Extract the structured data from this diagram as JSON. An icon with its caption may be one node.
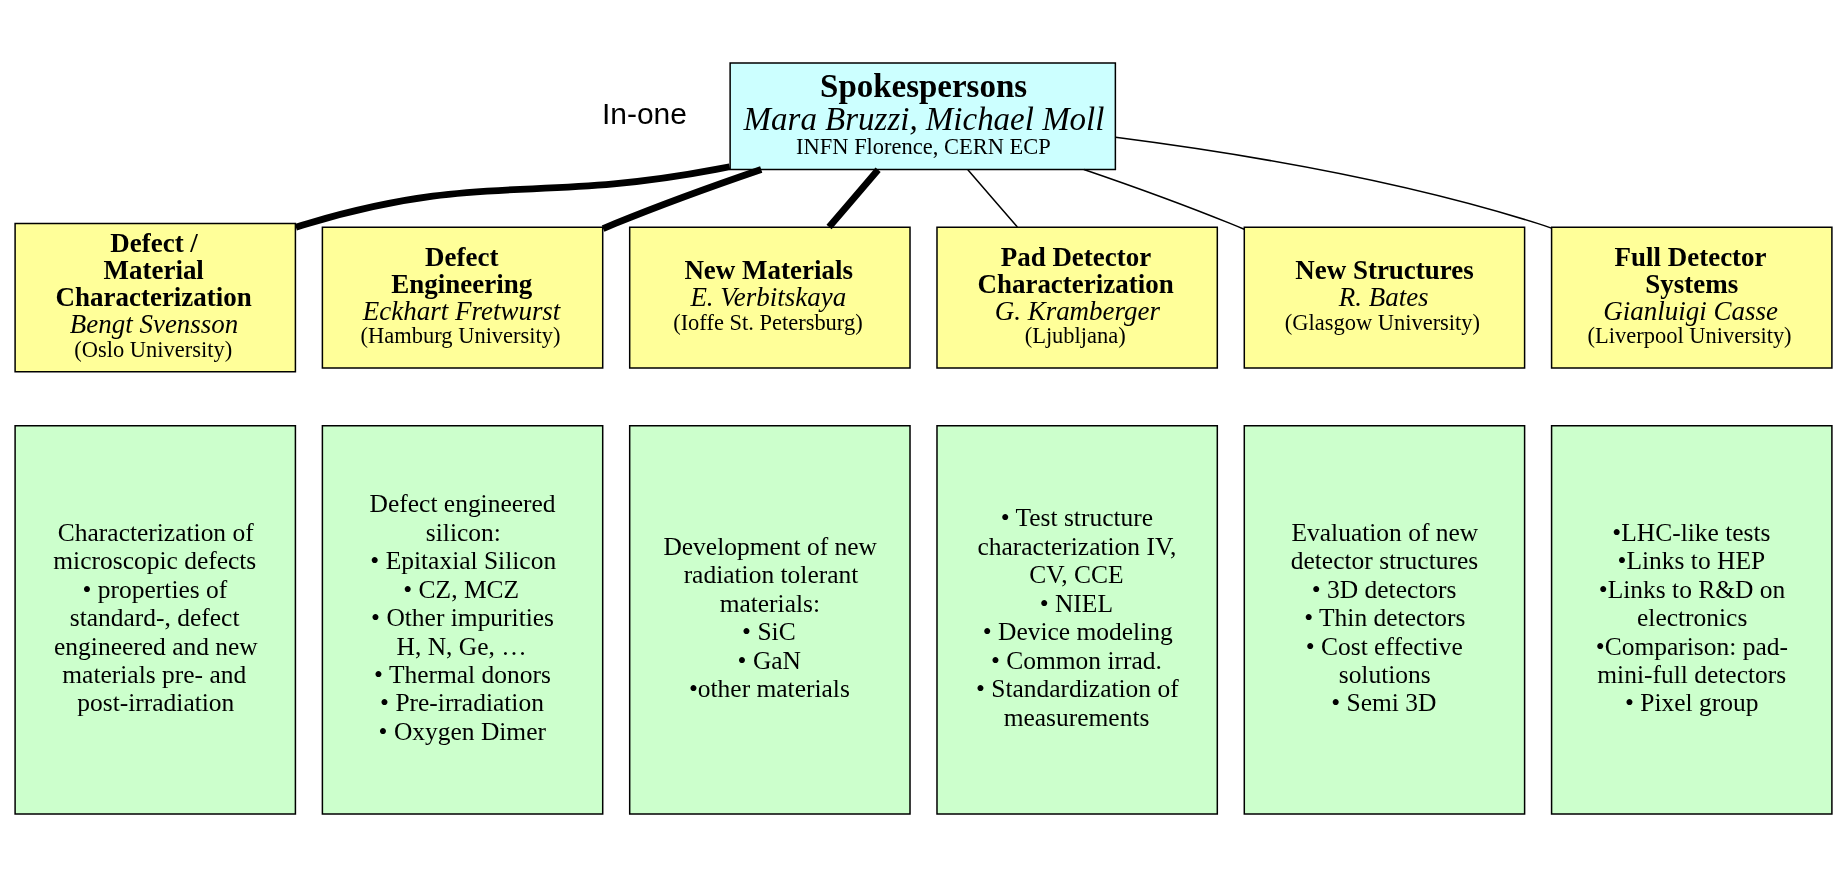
{
  "diagram": {
    "nodes": [
      {
        "text": [
          "Spokespersons",
          "Mara Bruzzi, Michael Moll",
          "INFN Florence, CERN ECP"
        ]
      },
      {
        "text": [
          "Defect / Material Characterization",
          "Bengt Svensson",
          "(Oslo University)"
        ]
      },
      {
        "text": [
          "Defect Engineering",
          "Eckhart Fretwurst",
          "(Hamburg University)"
        ]
      },
      {
        "text": [
          "New Materials",
          "E. Verbitskaya",
          "(Ioffe St. Petersburg)"
        ]
      },
      {
        "text": [
          "Pad Detector Characterization",
          "G. Kramberger",
          "(Ljubljana)"
        ]
      },
      {
        "text": [
          "New Structures",
          "R. Bates",
          "(Glasgow University)"
        ]
      },
      {
        "text": [
          "Full Detector Systems",
          "Gianluigi Casse",
          "(Liverpool University)"
        ]
      },
      {
        "text": [
          "Characterization of microscopic defects",
          "• properties of standard-, defect engineered and new materials pre- and post-irradiation"
        ]
      },
      {
        "text": [
          "Defect engineered silicon:",
          "• Epitaxial Silicon",
          "• CZ, MCZ",
          "• Other impurities H, N, Ge, …",
          "• Thermal donors",
          "• Pre-irradiation",
          "• Oxygen Dimer"
        ]
      },
      {
        "text": [
          "Development of new radiation tolerant materials:",
          "• SiC",
          "• GaN",
          "•other materials"
        ]
      },
      {
        "text": [
          "• Test structure characterization IV, CV, CCE",
          "• NIEL",
          "• Device modeling",
          "• Common irrad.",
          "• Standardization of measurements"
        ]
      },
      {
        "text": [
          "Evaluation of new detector structures",
          "• 3D detectors",
          "• Thin detectors",
          "• Cost effective solutions",
          "• Semi 3D"
        ]
      },
      {
        "text": [
          "•LHC-like tests",
          "•Links to HEP",
          "•Links to R&D on electronics",
          "•Comparison: pad-mini-full detectors",
          "• Pixel group"
        ]
      }
    ],
    "edges": [
      {
        "from": 0,
        "to": 1,
        "arrow": "none",
        "style": "thick"
      },
      {
        "from": 0,
        "to": 2,
        "arrow": "none",
        "style": "thick"
      },
      {
        "from": 0,
        "to": 3,
        "arrow": "none",
        "style": "thick"
      },
      {
        "from": 0,
        "to": 4,
        "arrow": "none"
      },
      {
        "from": 0,
        "to": 5,
        "arrow": "none"
      },
      {
        "from": 0,
        "to": 6,
        "arrow": "none"
      }
    ],
    "labels": [
      "In-one"
    ]
  }
}
